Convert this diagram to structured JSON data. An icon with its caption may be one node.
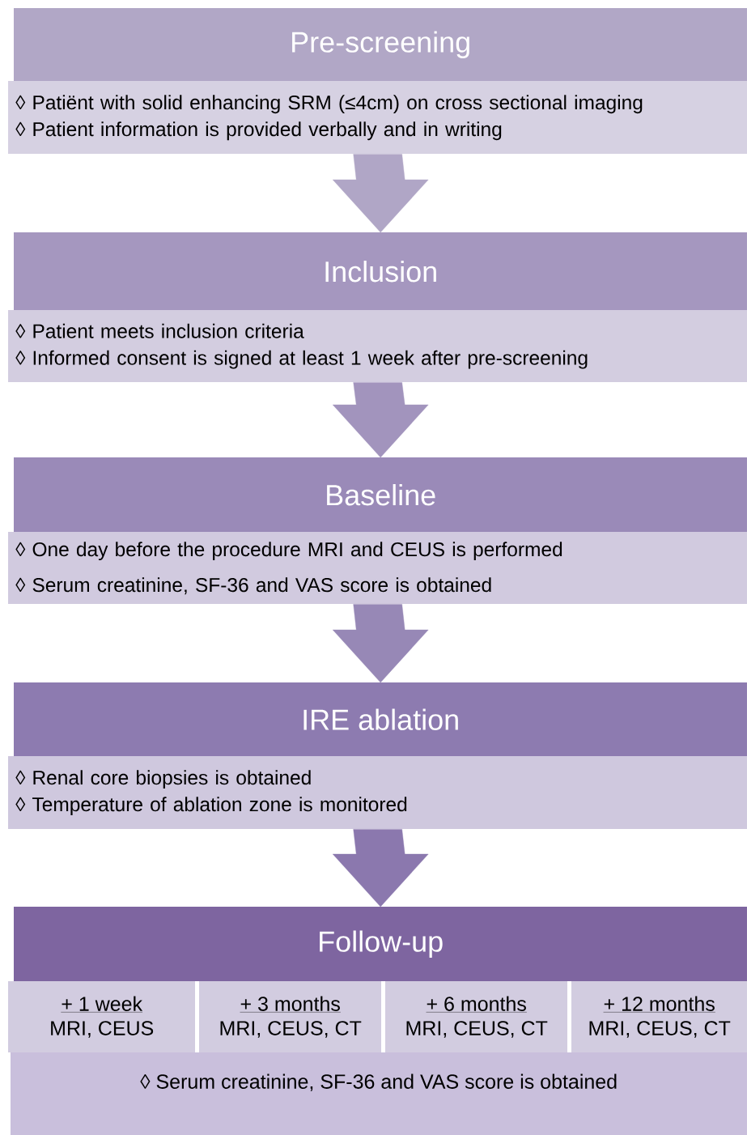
{
  "diagram": {
    "nodes": [
      {
        "text": [
          "Pre-screening"
        ]
      },
      {
        "text": [
          "◊ Patiënt with solid enhancing SRM (≤4cm) on cross sectional imaging",
          "◊ Patient information is provided verbally and in writing"
        ]
      },
      {
        "text": [
          "Inclusion"
        ]
      },
      {
        "text": [
          "◊ Patient meets inclusion criteria",
          "◊ Informed consent is signed at least 1 week after pre-screening"
        ]
      },
      {
        "text": [
          "Baseline"
        ]
      },
      {
        "text": [
          "◊ One day before the procedure MRI and CEUS is performed",
          "◊ Serum creatinine, SF-36 and VAS score is obtained"
        ]
      },
      {
        "text": [
          "IRE ablation"
        ]
      },
      {
        "text": [
          "◊ Renal core biopsies is obtained",
          "◊ Temperature of ablation zone is monitored"
        ]
      },
      {
        "text": [
          "Follow-up"
        ]
      },
      {
        "text": [
          "+ 1 week",
          "MRI, CEUS"
        ]
      },
      {
        "text": [
          "+ 3 months",
          "MRI, CEUS, CT"
        ]
      },
      {
        "text": [
          "+ 6 months",
          "MRI, CEUS, CT"
        ]
      },
      {
        "text": [
          "+ 12 months",
          "MRI, CEUS, CT"
        ]
      },
      {
        "text": [
          "◊ Serum creatinine, SF-36 and VAS score is obtained"
        ]
      }
    ],
    "edges": [
      {
        "from": 1,
        "to": 2,
        "arrow": "to"
      },
      {
        "from": 3,
        "to": 4,
        "arrow": "to"
      },
      {
        "from": 5,
        "to": 6,
        "arrow": "to"
      },
      {
        "from": 7,
        "to": 8,
        "arrow": "to"
      }
    ]
  }
}
